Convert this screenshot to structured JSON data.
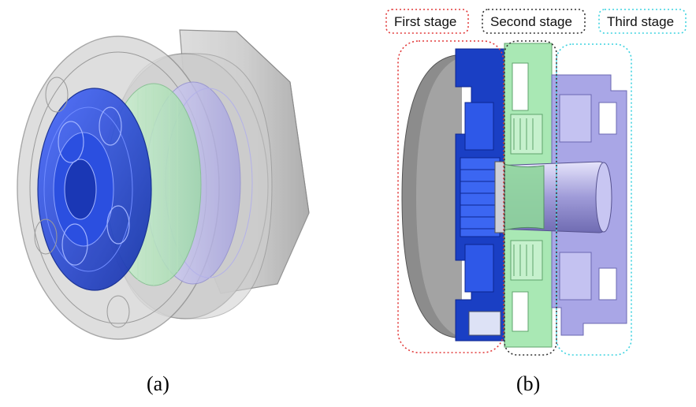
{
  "labels": {
    "first_stage": "First stage",
    "second_stage": "Second stage",
    "third_stage": "Third stage"
  },
  "captions": {
    "a": "(a)",
    "b": "(b)"
  },
  "colors": {
    "first_stage": "#1e44c8",
    "second_stage": "#a9e8b4",
    "third_stage": "#a9a6e6",
    "housing": "#bfbfbf",
    "first_outline": "#e23b3b",
    "second_outline": "#333333",
    "third_outline": "#3fd3e0"
  }
}
